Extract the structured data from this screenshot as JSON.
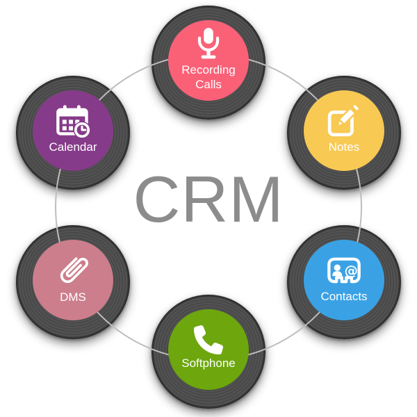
{
  "center": {
    "title": "CRM"
  },
  "nodes": [
    {
      "id": "recording-calls",
      "label": "Recording Calls",
      "icon": "microphone-icon",
      "color": "#FA6177"
    },
    {
      "id": "notes",
      "label": "Notes",
      "icon": "edit-note-icon",
      "color": "#F8C953"
    },
    {
      "id": "contacts",
      "label": "Contacts",
      "icon": "contact-card-icon",
      "color": "#3AA2E4"
    },
    {
      "id": "softphone",
      "label": "Softphone",
      "icon": "phone-icon",
      "color": "#6DA70D"
    },
    {
      "id": "dms",
      "label": "DMS",
      "icon": "paperclip-icon",
      "color": "#CC7E8C"
    },
    {
      "id": "calendar",
      "label": "Calendar",
      "icon": "calendar-clock-icon",
      "color": "#863B8A"
    }
  ],
  "colors": {
    "outer_circle": "#4E4E4E",
    "connector_line": "#BDBDBD",
    "center_text": "#8C8C8C",
    "icon_and_label": "#FFFFFF",
    "background": "#FFFFFF"
  }
}
